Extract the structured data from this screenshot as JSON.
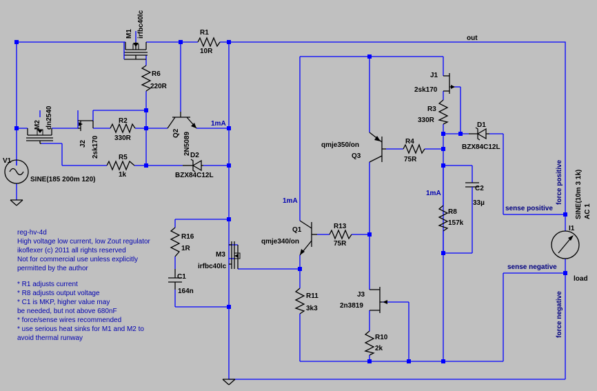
{
  "components": {
    "M1": {
      "name": "M1",
      "value": "irfbc40lc"
    },
    "M2": {
      "name": "M2",
      "value": "dn2540"
    },
    "M3": {
      "name": "M3",
      "value": "irfbc40lc"
    },
    "R1": {
      "name": "R1",
      "value": "10R"
    },
    "R2": {
      "name": "R2",
      "value": "330R"
    },
    "R3": {
      "name": "R3",
      "value": "330R"
    },
    "R4": {
      "name": "R4",
      "value": "75R"
    },
    "R5": {
      "name": "R5",
      "value": "1k"
    },
    "R6": {
      "name": "R6",
      "value": "220R"
    },
    "R8": {
      "name": "R8",
      "value": "157k"
    },
    "R10": {
      "name": "R10",
      "value": "2k"
    },
    "R11": {
      "name": "R11",
      "value": "3k3"
    },
    "R13": {
      "name": "R13",
      "value": "75R"
    },
    "R16": {
      "name": "R16",
      "value": "1R"
    },
    "C1": {
      "name": "C1",
      "value": "164n"
    },
    "C2": {
      "name": "C2",
      "value": "33µ"
    },
    "D1": {
      "name": "D1",
      "value": "BZX84C12L"
    },
    "D2": {
      "name": "D2",
      "value": "BZX84C12L"
    },
    "J1": {
      "name": "J1",
      "value": "2sk170"
    },
    "J2": {
      "name": "J2",
      "value": "2sk170"
    },
    "J3": {
      "name": "J3",
      "value": "2n3819"
    },
    "Q1": {
      "name": "Q1",
      "value": "qmje340/on"
    },
    "Q2": {
      "name": "Q2",
      "value": "2N5089"
    },
    "Q3": {
      "name": "Q3",
      "value": "qmje350/on"
    },
    "V1": {
      "name": "V1",
      "value": "SINE(185 200m 120)"
    },
    "I1": {
      "name": "I1",
      "value": "SINE(10m 3 1k)",
      "value2": "AC 1"
    }
  },
  "nets": {
    "out": "out",
    "load": "load",
    "sense_positive": "sense positive",
    "sense_negative": "sense negative",
    "force_positive": "force positive",
    "force_negative": "force negative"
  },
  "annotations": {
    "current_1": "1mA",
    "current_2": "1mA",
    "current_3": "1mA"
  },
  "notes": {
    "title": "reg-hv-4d",
    "lines": [
      "High voltage low current, low Zout regulator",
      "ikoflexer (c) 2011 all rights reserved",
      "Not for commercial use unless explicitly",
      "permitted by the author",
      "",
      "* R1 adjusts current",
      "* R8 adjusts output voltage",
      "* C1 is MKP, higher value may",
      "be needed, but not above 680nF",
      "* force/sense wires recommended",
      "* use serious heat sinks for M1 and M2 to",
      "avoid thermal runway"
    ]
  }
}
